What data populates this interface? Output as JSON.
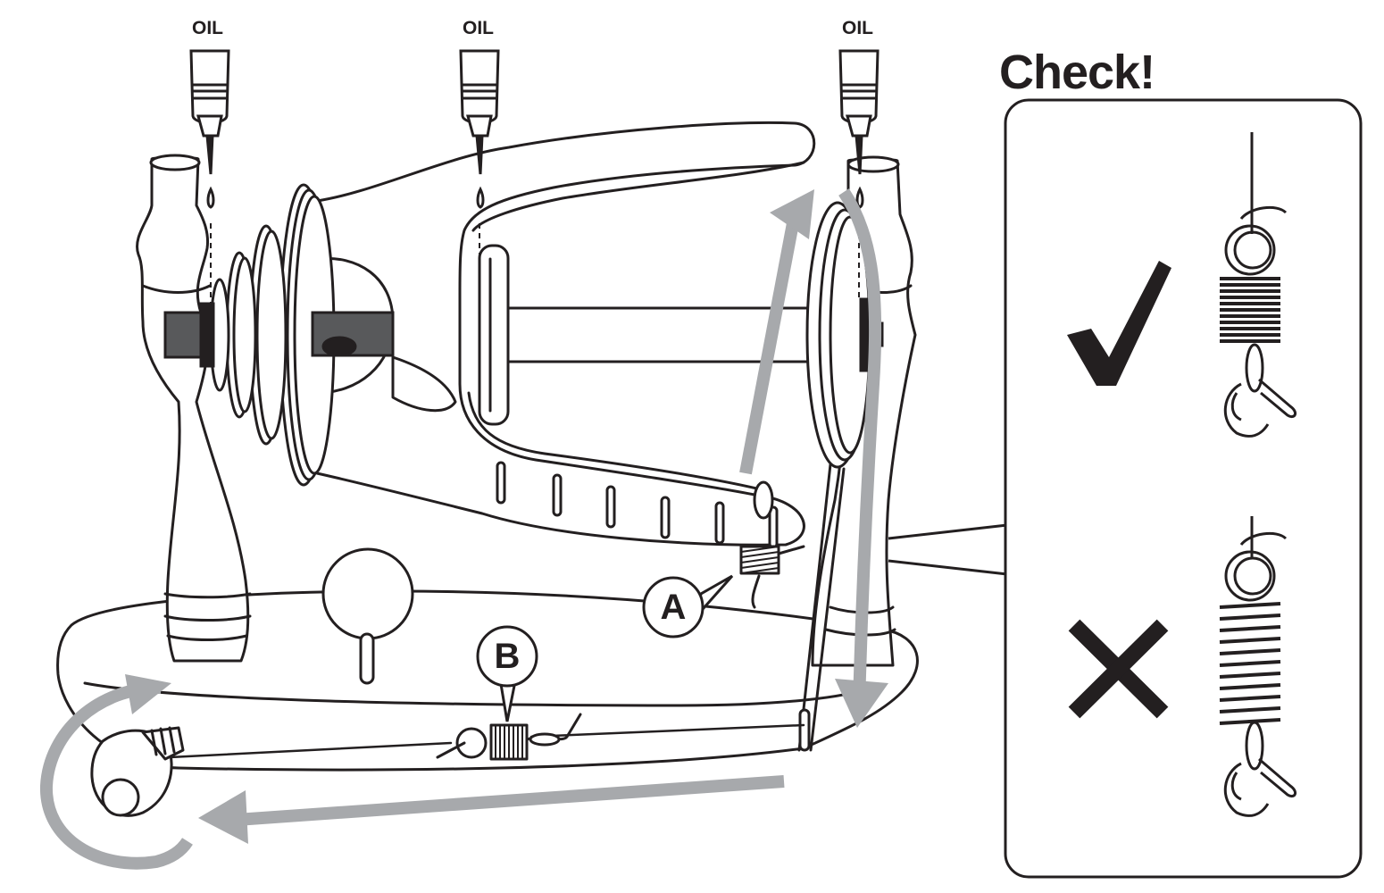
{
  "labels": {
    "oil_left": "OIL",
    "oil_middle": "OIL",
    "oil_right": "OIL",
    "check_title": "Check!",
    "callout_a": "A",
    "callout_b": "B"
  },
  "check_panel": {
    "correct_symbol": "✓",
    "incorrect_symbol": "✗"
  },
  "colors": {
    "ink": "#231f20",
    "arrow_gray": "#a7a9ac",
    "axle_gray": "#58595b",
    "background": "#ffffff"
  }
}
